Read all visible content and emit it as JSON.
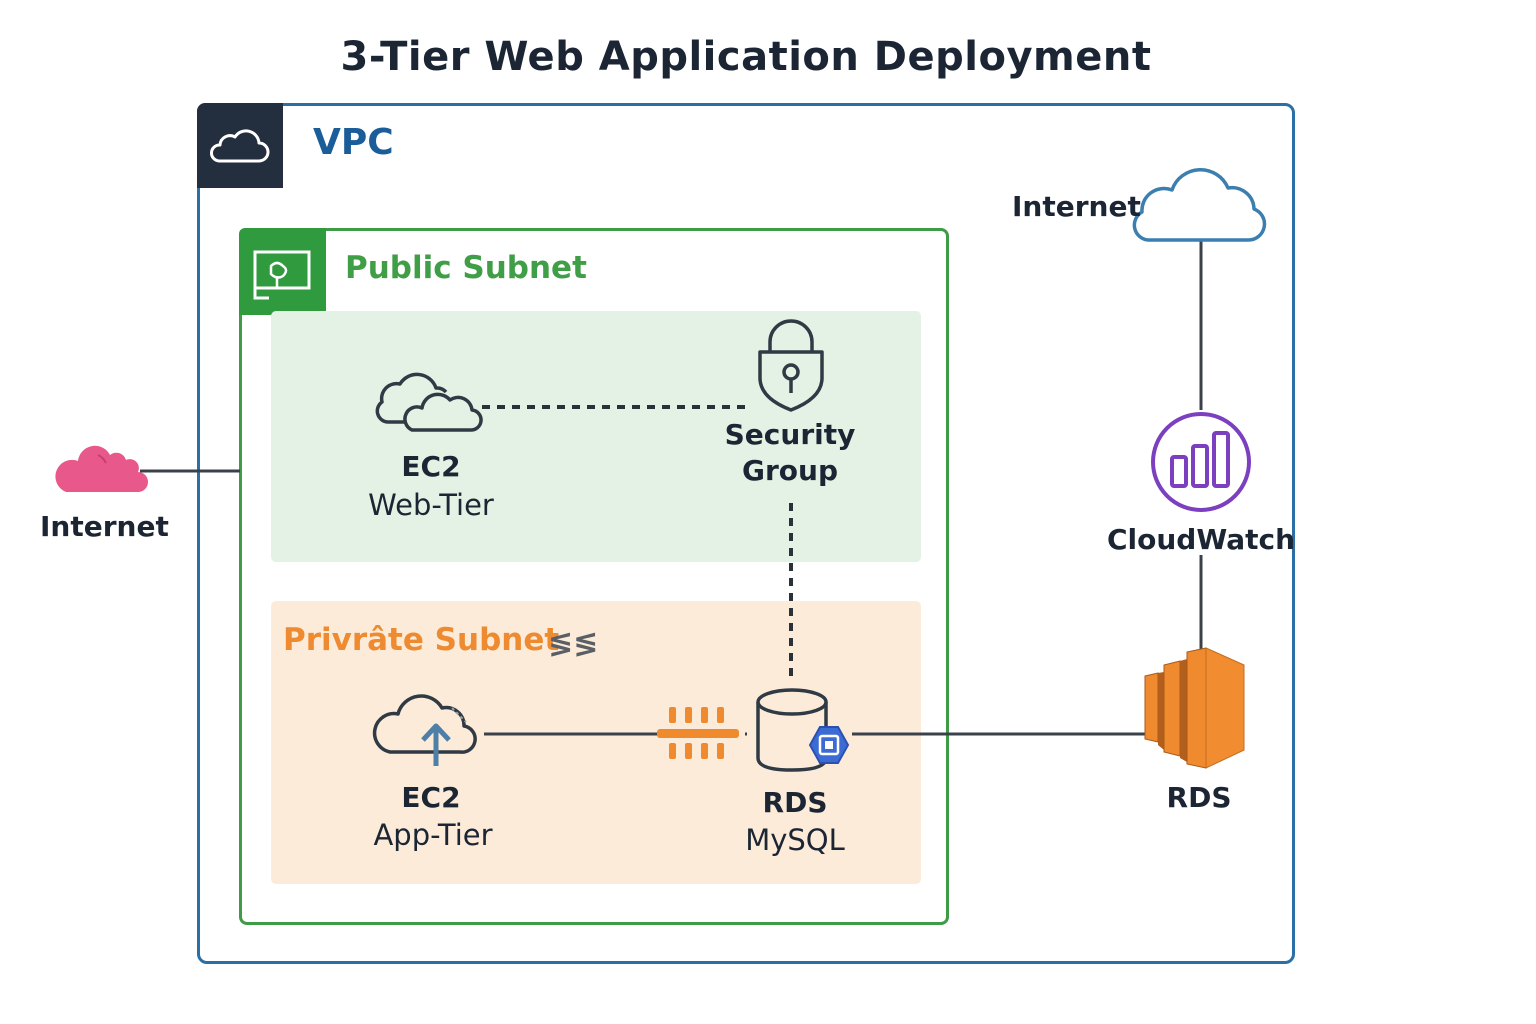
{
  "title": "3-Tier Web Application Deployment",
  "vpc": {
    "label": "VPC",
    "icon": "cloud-icon"
  },
  "public_subnet": {
    "label": "Public Subnet",
    "icon": "subnet-icon",
    "ec2": {
      "name": "EC2",
      "role": "Web-Tier",
      "icon": "ec2-cloud-icon"
    },
    "security_group": {
      "line1": "Security",
      "line2": "Group",
      "icon": "padlock-icon"
    }
  },
  "private_subnet": {
    "label": "Privrâte Subnet",
    "glyph": "≶≶",
    "ec2": {
      "name": "EC2",
      "role": "App-Tier",
      "icon": "cloud-upload-icon"
    },
    "rds": {
      "name": "RDS",
      "engine": "MySQL",
      "icon": "database-icon"
    },
    "firewall_icon": "firewall-icon"
  },
  "internet_left": {
    "label": "Internet",
    "icon": "pink-cloud-icon"
  },
  "internet_right": {
    "label": "Internet",
    "icon": "cloud-icon"
  },
  "cloudwatch": {
    "label": "CloudWatch",
    "icon": "cloudwatch-icon"
  },
  "rds_external": {
    "label": "RDS",
    "icon": "rds-icon"
  },
  "colors": {
    "vpc": "#2a6fa6",
    "public": "#3e9c47",
    "private": "#ee8a30",
    "cloudwatch": "#7b3fbf",
    "rds": "#f08a2e",
    "internet_left": "#e9588a"
  }
}
